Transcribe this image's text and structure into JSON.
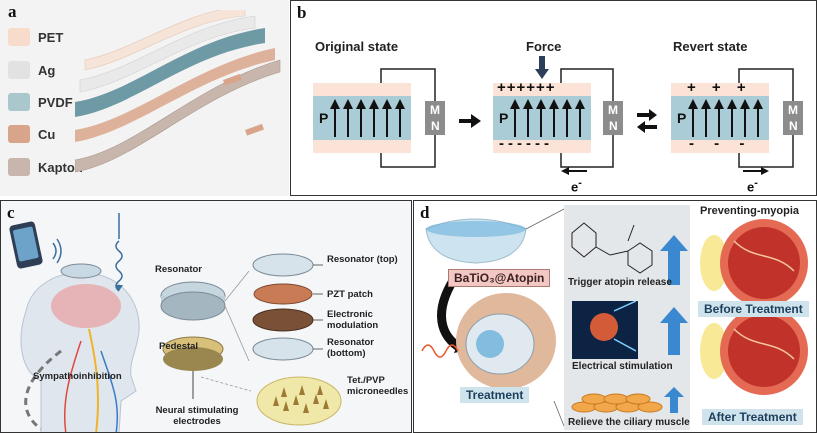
{
  "panels": {
    "a": {
      "letter": "a",
      "layers": [
        {
          "label": "PET",
          "color": "#f7dccb"
        },
        {
          "label": "Ag",
          "color": "#e2e2e2"
        },
        {
          "label": "PVDF",
          "color": "#a9c7cd"
        },
        {
          "label": "Cu",
          "color": "#d9a58a"
        },
        {
          "label": "Kapton",
          "color": "#c8b6ac"
        }
      ]
    },
    "b": {
      "letter": "b",
      "states": {
        "original": "Original state",
        "force": "Force",
        "revert": "Revert state"
      },
      "polarization_label": "P",
      "electrode_top": "M",
      "electrode_bottom": "N",
      "force_charges_top": "++++++",
      "force_charges_bottom": "------",
      "revert_charges_top": "+ + +",
      "revert_charges_bottom": "- - -",
      "electron_label": "e",
      "electron_sup": "-",
      "colors": {
        "film": "#a9ccd6",
        "electrode": "#fbe3d7",
        "box": "#8c8c8c"
      }
    },
    "c": {
      "letter": "c",
      "labels": {
        "resonator": "Resonator",
        "resonator_top": "Resonator (top)",
        "pzt": "PZT patch",
        "electronic": "Electronic modulation",
        "resonator_bottom": "Resonator (bottom)",
        "pedestal": "Pedestal",
        "sympatho": "Sympathoinhibition",
        "microneedles": "Tet./PVP microneedles",
        "neural": "Neural stimulating electrodes"
      }
    },
    "d": {
      "letter": "d",
      "title": "Preventing-myopia",
      "batio_label": "BaTiO₃@Atopin",
      "treatment_label": "Treatment",
      "trigger": "Trigger atopin release",
      "electrical": "Electrical stimulation",
      "relieve": "Relieve the ciliary muscle",
      "before": "Before Treatment",
      "after": "After Treatment",
      "colors": {
        "badge_bg": "#cfe3ec",
        "badge_text": "#1d3f5c",
        "batio_bg": "#f3c8c4"
      }
    }
  }
}
